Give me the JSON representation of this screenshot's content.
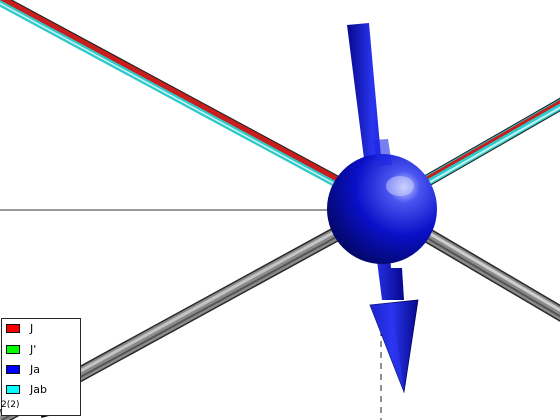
{
  "legend": {
    "items": [
      {
        "label": "J",
        "color": "#ff0000"
      },
      {
        "label": "J'",
        "color": "#00ff00"
      },
      {
        "label": "Ja",
        "color": "#0000ff"
      },
      {
        "label": "Jab",
        "color": "#00ffff"
      }
    ]
  },
  "axis_label": "2(2)",
  "colors": {
    "atom": "#0a10c8",
    "moment_arrow": "#0a10d0",
    "bond_gray": "#8a8a8a",
    "bond_cyan": "#30c8c8",
    "bond_red": "#c81e1e"
  }
}
